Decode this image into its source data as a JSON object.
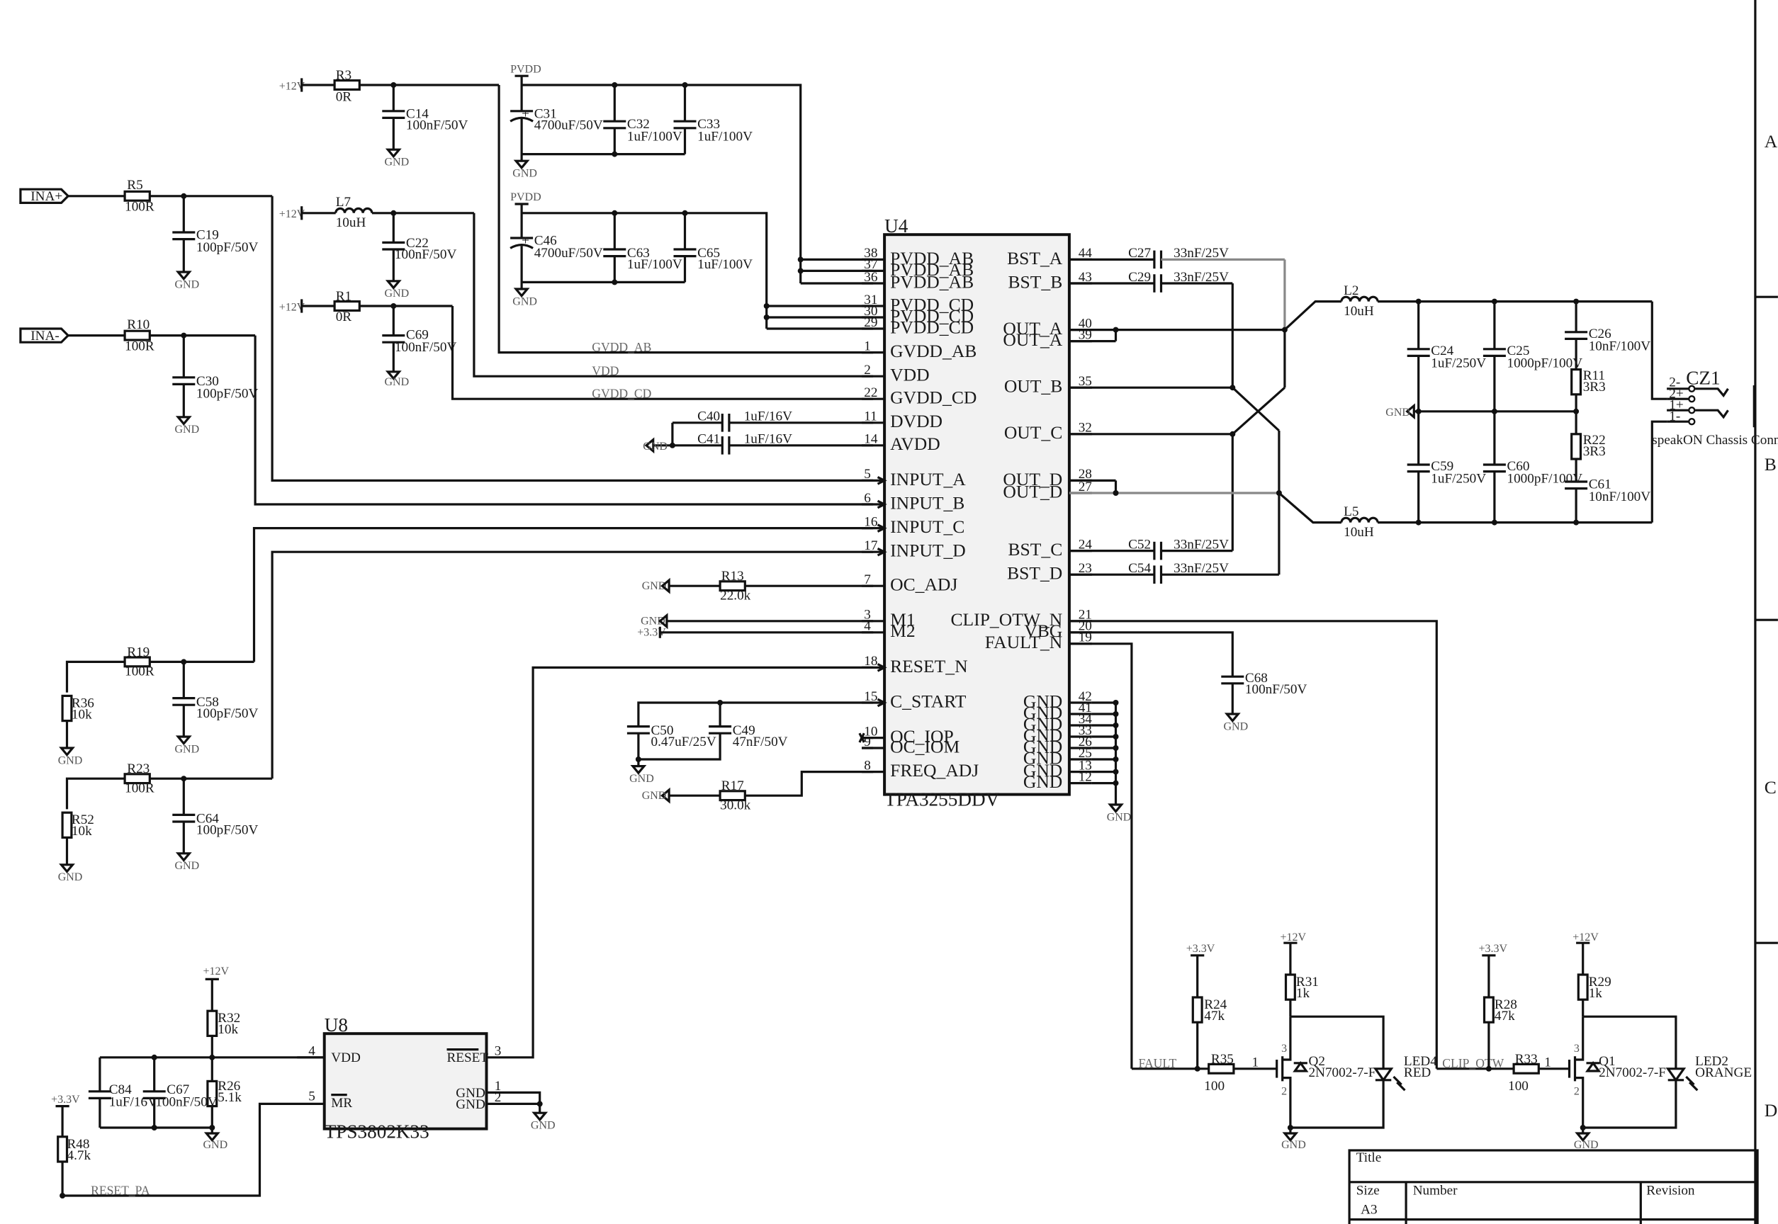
{
  "ports": {
    "ina_plus": "INA+",
    "ina_minus": "INA-"
  },
  "rails": {
    "p12": "+12V",
    "p33": "+3.3V",
    "pvdd": "PVDD",
    "gnd": "GND"
  },
  "input_filters": [
    {
      "r": "R5",
      "rv": "100R",
      "c": "C19",
      "cv": "100pF/50V"
    },
    {
      "r": "R10",
      "rv": "100R",
      "c": "C30",
      "cv": "100pF/50V"
    },
    {
      "r": "R19",
      "rv": "100R",
      "c": "C58",
      "cv": "100pF/50V",
      "r2": "R36",
      "r2v": "10k"
    },
    {
      "r": "R23",
      "rv": "100R",
      "c": "C64",
      "cv": "100pF/50V",
      "r2": "R52",
      "r2v": "10k"
    }
  ],
  "supply": [
    {
      "a": "R3",
      "av": "0R",
      "c": "C14",
      "cv": "100nF/50V"
    },
    {
      "a": "L7",
      "av": "10uH",
      "c": "C22",
      "cv": "100nF/50V"
    },
    {
      "a": "R1",
      "av": "0R",
      "c": "C69",
      "cv": "100nF/50V"
    }
  ],
  "bulk": [
    {
      "c1": "C31",
      "c1v": "4700uF/50V",
      "c2": "C32",
      "c2v": "1uF/100V",
      "c3": "C33",
      "c3v": "1uF/100V"
    },
    {
      "c1": "C46",
      "c1v": "4700uF/50V",
      "c2": "C63",
      "c2v": "1uF/100V",
      "c3": "C65",
      "c3v": "1uF/100V"
    }
  ],
  "nets": {
    "gvdd_ab": "GVDD_AB",
    "vdd": "VDD",
    "gvdd_cd": "GVDD_CD",
    "fault": "FAULT",
    "clip": "CLIP_OTW",
    "reset_pa": "RESET_PA"
  },
  "u4": {
    "ref": "U4",
    "part": "TPA3255DDV",
    "left_pins": [
      {
        "num": "38",
        "name": "PVDD_AB"
      },
      {
        "num": "37",
        "name": "PVDD_AB"
      },
      {
        "num": "36",
        "name": "PVDD_AB"
      },
      {
        "num": "31",
        "name": "PVDD_CD"
      },
      {
        "num": "30",
        "name": "PVDD_CD"
      },
      {
        "num": "29",
        "name": "PVDD_CD"
      },
      {
        "num": "1",
        "name": "GVDD_AB"
      },
      {
        "num": "2",
        "name": "VDD"
      },
      {
        "num": "22",
        "name": "GVDD_CD"
      },
      {
        "num": "11",
        "name": "DVDD"
      },
      {
        "num": "14",
        "name": "AVDD"
      },
      {
        "num": "5",
        "name": "INPUT_A"
      },
      {
        "num": "6",
        "name": "INPUT_B"
      },
      {
        "num": "16",
        "name": "INPUT_C"
      },
      {
        "num": "17",
        "name": "INPUT_D"
      },
      {
        "num": "7",
        "name": "OC_ADJ"
      },
      {
        "num": "3",
        "name": "M1"
      },
      {
        "num": "4",
        "name": "M2"
      },
      {
        "num": "18",
        "name": "RESET_N"
      },
      {
        "num": "15",
        "name": "C_START"
      },
      {
        "num": "10",
        "name": "OC_IOP"
      },
      {
        "num": "9",
        "name": "OC_IOM"
      },
      {
        "num": "8",
        "name": "FREQ_ADJ"
      }
    ],
    "right_pins": [
      {
        "num": "44",
        "name": "BST_A"
      },
      {
        "num": "43",
        "name": "BST_B"
      },
      {
        "num": "40",
        "name": "OUT_A"
      },
      {
        "num": "39",
        "name": "OUT_A"
      },
      {
        "num": "35",
        "name": "OUT_B"
      },
      {
        "num": "32",
        "name": "OUT_C"
      },
      {
        "num": "28",
        "name": "OUT_D"
      },
      {
        "num": "27",
        "name": "OUT_D"
      },
      {
        "num": "24",
        "name": "BST_C"
      },
      {
        "num": "23",
        "name": "BST_D"
      },
      {
        "num": "21",
        "name": "CLIP_OTW_N"
      },
      {
        "num": "20",
        "name": "VBG"
      },
      {
        "num": "19",
        "name": "FAULT_N"
      },
      {
        "num": "42",
        "name": "GND"
      },
      {
        "num": "41",
        "name": "GND"
      },
      {
        "num": "34",
        "name": "GND"
      },
      {
        "num": "33",
        "name": "GND"
      },
      {
        "num": "26",
        "name": "GND"
      },
      {
        "num": "25",
        "name": "GND"
      },
      {
        "num": "13",
        "name": "GND"
      },
      {
        "num": "12",
        "name": "GND"
      }
    ]
  },
  "dcaps": [
    {
      "ref": "C40",
      "val": "1uF/16V"
    },
    {
      "ref": "C41",
      "val": "1uF/16V"
    }
  ],
  "misc": {
    "r13": "R13",
    "r13v": "22.0k",
    "r17": "R17",
    "r17v": "30.0k",
    "c50": "C50",
    "c50v": "0.47uF/25V",
    "c49": "C49",
    "c49v": "47nF/50V",
    "c68": "C68",
    "c68v": "100nF/50V"
  },
  "boot": [
    {
      "ref": "C27",
      "val": "33nF/25V"
    },
    {
      "ref": "C29",
      "val": "33nF/25V"
    },
    {
      "ref": "C52",
      "val": "33nF/25V"
    },
    {
      "ref": "C54",
      "val": "33nF/25V"
    }
  ],
  "output": {
    "l2": "L2",
    "l2v": "10uH",
    "l5": "L5",
    "l5v": "10uH",
    "caps": [
      {
        "ref": "C24",
        "val": "1uF/250V"
      },
      {
        "ref": "C25",
        "val": "1000pF/100V"
      },
      {
        "ref": "C26",
        "val": "10nF/100V"
      },
      {
        "ref": "C59",
        "val": "1uF/250V"
      },
      {
        "ref": "C60",
        "val": "1000pF/100V"
      },
      {
        "ref": "C61",
        "val": "10nF/100V"
      }
    ],
    "r11": "R11",
    "r11v": "3R3",
    "r22": "R22",
    "r22v": "3R3",
    "conn_ref": "CZ1",
    "conn_name": "speakON Chassis Connector",
    "conn_pins": [
      "2-",
      "2+",
      "1+",
      "1-"
    ]
  },
  "u8": {
    "ref": "U8",
    "part": "TPS3802K33",
    "pins": [
      {
        "num": "4",
        "name": "VDD"
      },
      {
        "num": "5",
        "name": "MR"
      },
      {
        "num": "3",
        "name": "RESET"
      },
      {
        "num": "1",
        "name": "GND"
      },
      {
        "num": "2",
        "name": "GND"
      }
    ],
    "r32": "R32",
    "r32v": "10k",
    "r26": "R26",
    "r26v": "5.1k",
    "c84": "C84",
    "c84v": "1uF/16V",
    "c67": "C67",
    "c67v": "100nF/50V",
    "r48": "R48",
    "r48v": "4.7k"
  },
  "leds": [
    {
      "r_pull": "R24",
      "r_pull_v": "47k",
      "r_gate": "R35",
      "r_gate_v": "100",
      "r_led": "R31",
      "r_led_v": "1k",
      "q": "Q2",
      "q_part": "2N7002-7-F",
      "led": "LED4",
      "color": "RED"
    },
    {
      "r_pull": "R28",
      "r_pull_v": "47k",
      "r_gate": "R33",
      "r_gate_v": "100",
      "r_led": "R29",
      "r_led_v": "1k",
      "q": "Q1",
      "q_part": "2N7002-7-F",
      "led": "LED2",
      "color": "ORANGE"
    }
  ],
  "frame": {
    "zones": [
      "A",
      "B",
      "C",
      "D"
    ],
    "title_label": "Title",
    "size_label": "Size",
    "size_value": "A3",
    "number_label": "Number",
    "revision_label": "Revision"
  }
}
